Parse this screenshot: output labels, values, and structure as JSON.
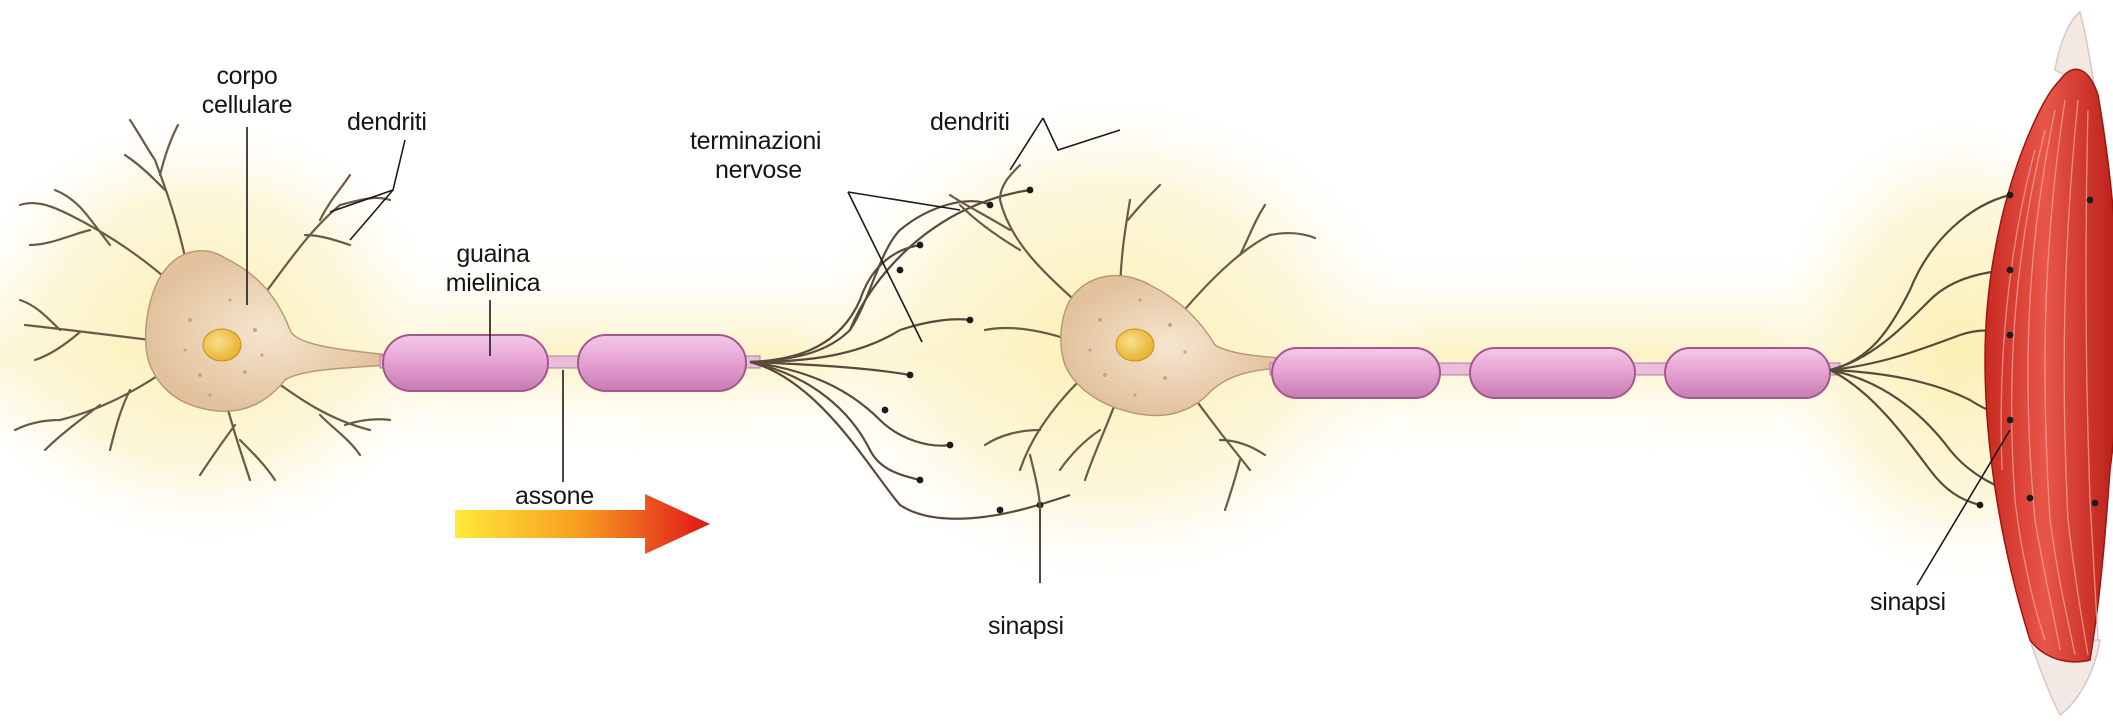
{
  "labels": {
    "corpo_cellulare": [
      "corpo",
      "cellulare"
    ],
    "dendriti_left": "dendriti",
    "guaina_mielinica": [
      "guaina",
      "mielinica"
    ],
    "assone": "assone",
    "terminazioni_nervose": [
      "terminazioni",
      "nervose"
    ],
    "dendriti_mid": "dendriti",
    "sinapsi_mid": "sinapsi",
    "sinapsi_right": "sinapsi"
  },
  "colors": {
    "glow": "#fbf3c4",
    "soma": "#efd7b7",
    "nucleus": "#f0c24a",
    "myelin": "#e7a7d6",
    "myelin_edge": "#a5578c",
    "nerve_line": "#5a4a3a",
    "muscle": "#d8382b",
    "arrow_start": "#ffe733",
    "arrow_end": "#e0141a"
  },
  "icons": {
    "direction_arrow": "arrow-right-icon"
  }
}
